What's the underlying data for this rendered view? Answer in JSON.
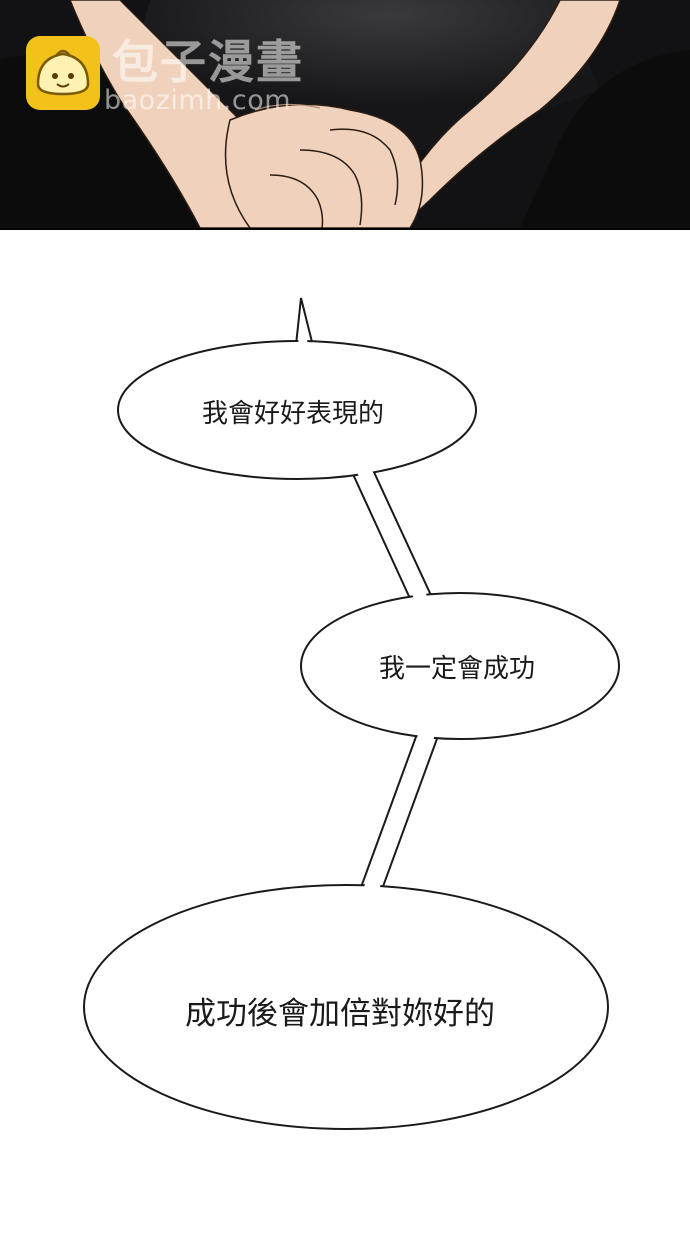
{
  "watermark": {
    "title": "包子漫畫",
    "subtitle": "baozimh.com",
    "logo": "bun-mascot-icon"
  },
  "panel": {
    "description_icon": "hands-clasped-illustration"
  },
  "bubbles": [
    {
      "text": "我會好好表現的"
    },
    {
      "text": "我一定會成功"
    },
    {
      "text": "成功後會加倍對妳好的"
    }
  ],
  "colors": {
    "panel_bg": "#151517",
    "skin": "#f0d2bc",
    "logo": "#f2c21a",
    "ink": "#1a1a1a"
  }
}
